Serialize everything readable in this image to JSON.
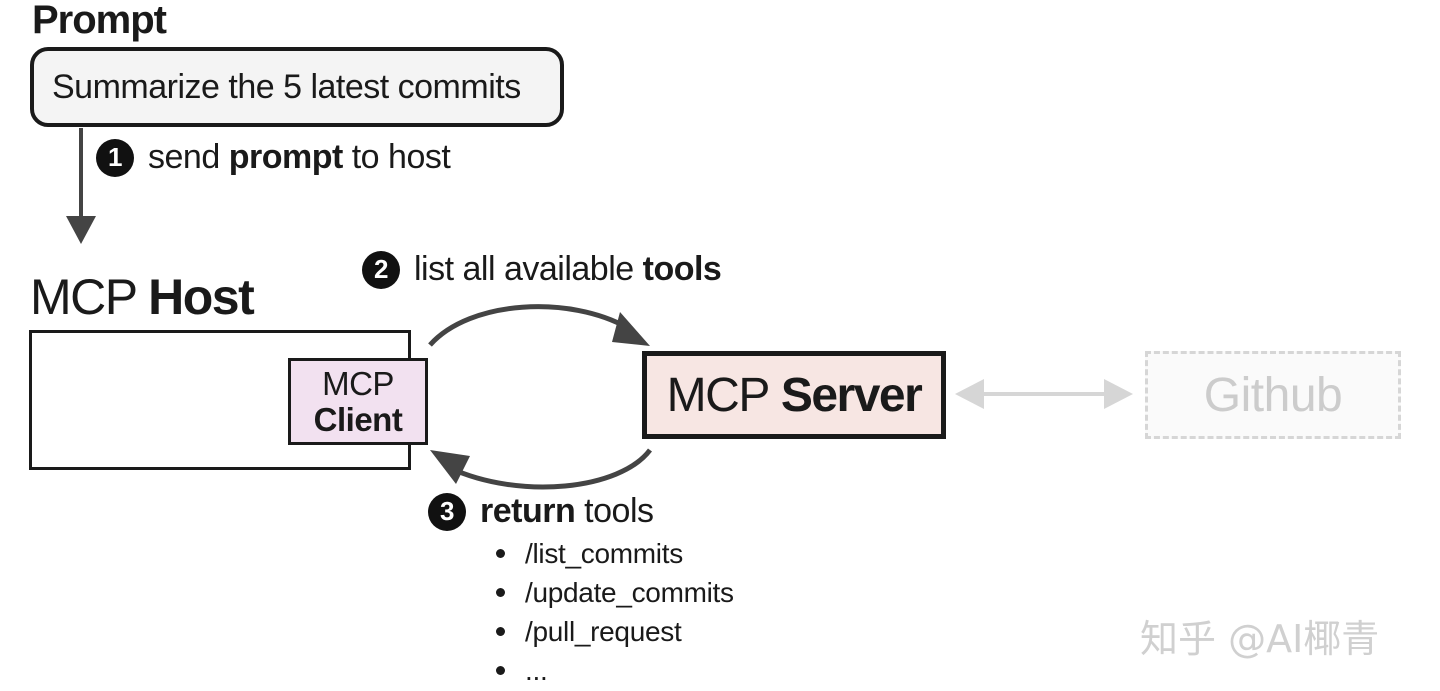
{
  "prompt": {
    "title": "Prompt",
    "text": "Summarize the 5 latest commits"
  },
  "steps": [
    {
      "number": "1",
      "pre": "send ",
      "bold": "prompt",
      "post": " to host"
    },
    {
      "number": "2",
      "pre": "list all available ",
      "bold": "tools",
      "post": ""
    },
    {
      "number": "3",
      "pre": "",
      "bold": "return",
      "post": " tools"
    }
  ],
  "host": {
    "title_regular": "MCP ",
    "title_bold": "Host",
    "client_line1": "MCP",
    "client_line2": "Client"
  },
  "server": {
    "regular": "MCP",
    "bold": "Server"
  },
  "github": {
    "label": "Github"
  },
  "tools": [
    "/list_commits",
    "/update_commits",
    "/pull_request",
    "..."
  ],
  "watermark": "知乎 @AI椰青",
  "colors": {
    "prompt_box": "#f4f4f4",
    "client_box": "#f2e1f0",
    "server_box": "#f7e6e3",
    "github_text": "#cccccc",
    "arrow_dark": "#444444",
    "arrow_light": "#d6d6d6"
  }
}
